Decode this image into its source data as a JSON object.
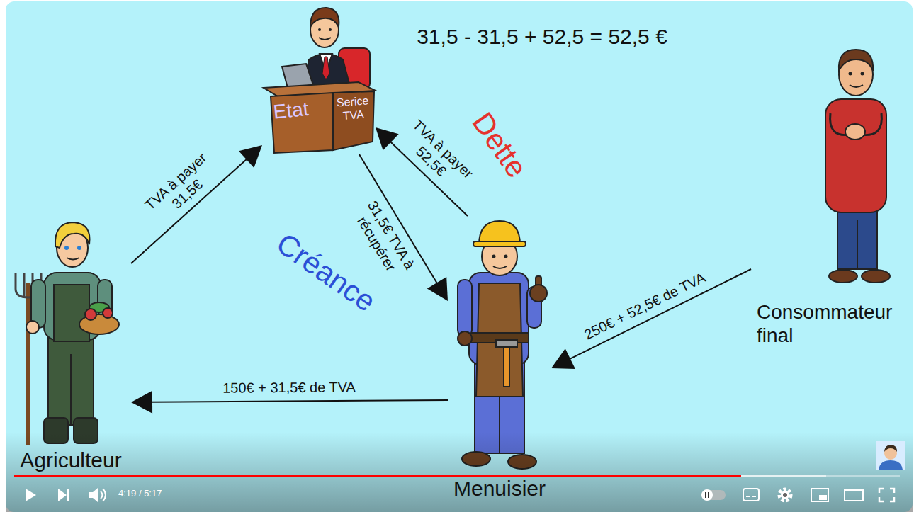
{
  "diagram": {
    "nodes": [
      {
        "text": [
          "Etat",
          "Serice TVA"
        ]
      },
      {
        "text": [
          "Agriculteur"
        ]
      },
      {
        "text": [
          "Menuisier"
        ]
      },
      {
        "text": [
          "Consommateur final"
        ]
      }
    ],
    "edges": [
      {
        "from": 1,
        "to": 0,
        "label": "TVA à payer 31,5€",
        "arrow": "to"
      },
      {
        "from": 0,
        "to": 2,
        "label": "31,5€ TVA à récupérer",
        "arrow": "to"
      },
      {
        "from": 2,
        "to": 0,
        "label": "TVA à payer 52,5€",
        "arrow": "to"
      },
      {
        "from": 3,
        "to": 2,
        "label": "250€ + 52,5€ de TVA",
        "arrow": "to"
      },
      {
        "from": 2,
        "to": 1,
        "label": "150€ + 31,5€ de TVA",
        "arrow": "to"
      }
    ],
    "labels": [
      "31,5 - 31,5 + 52,5 = 52,5 €",
      "Dette",
      "Créance",
      "4:19 / 5:17"
    ]
  }
}
